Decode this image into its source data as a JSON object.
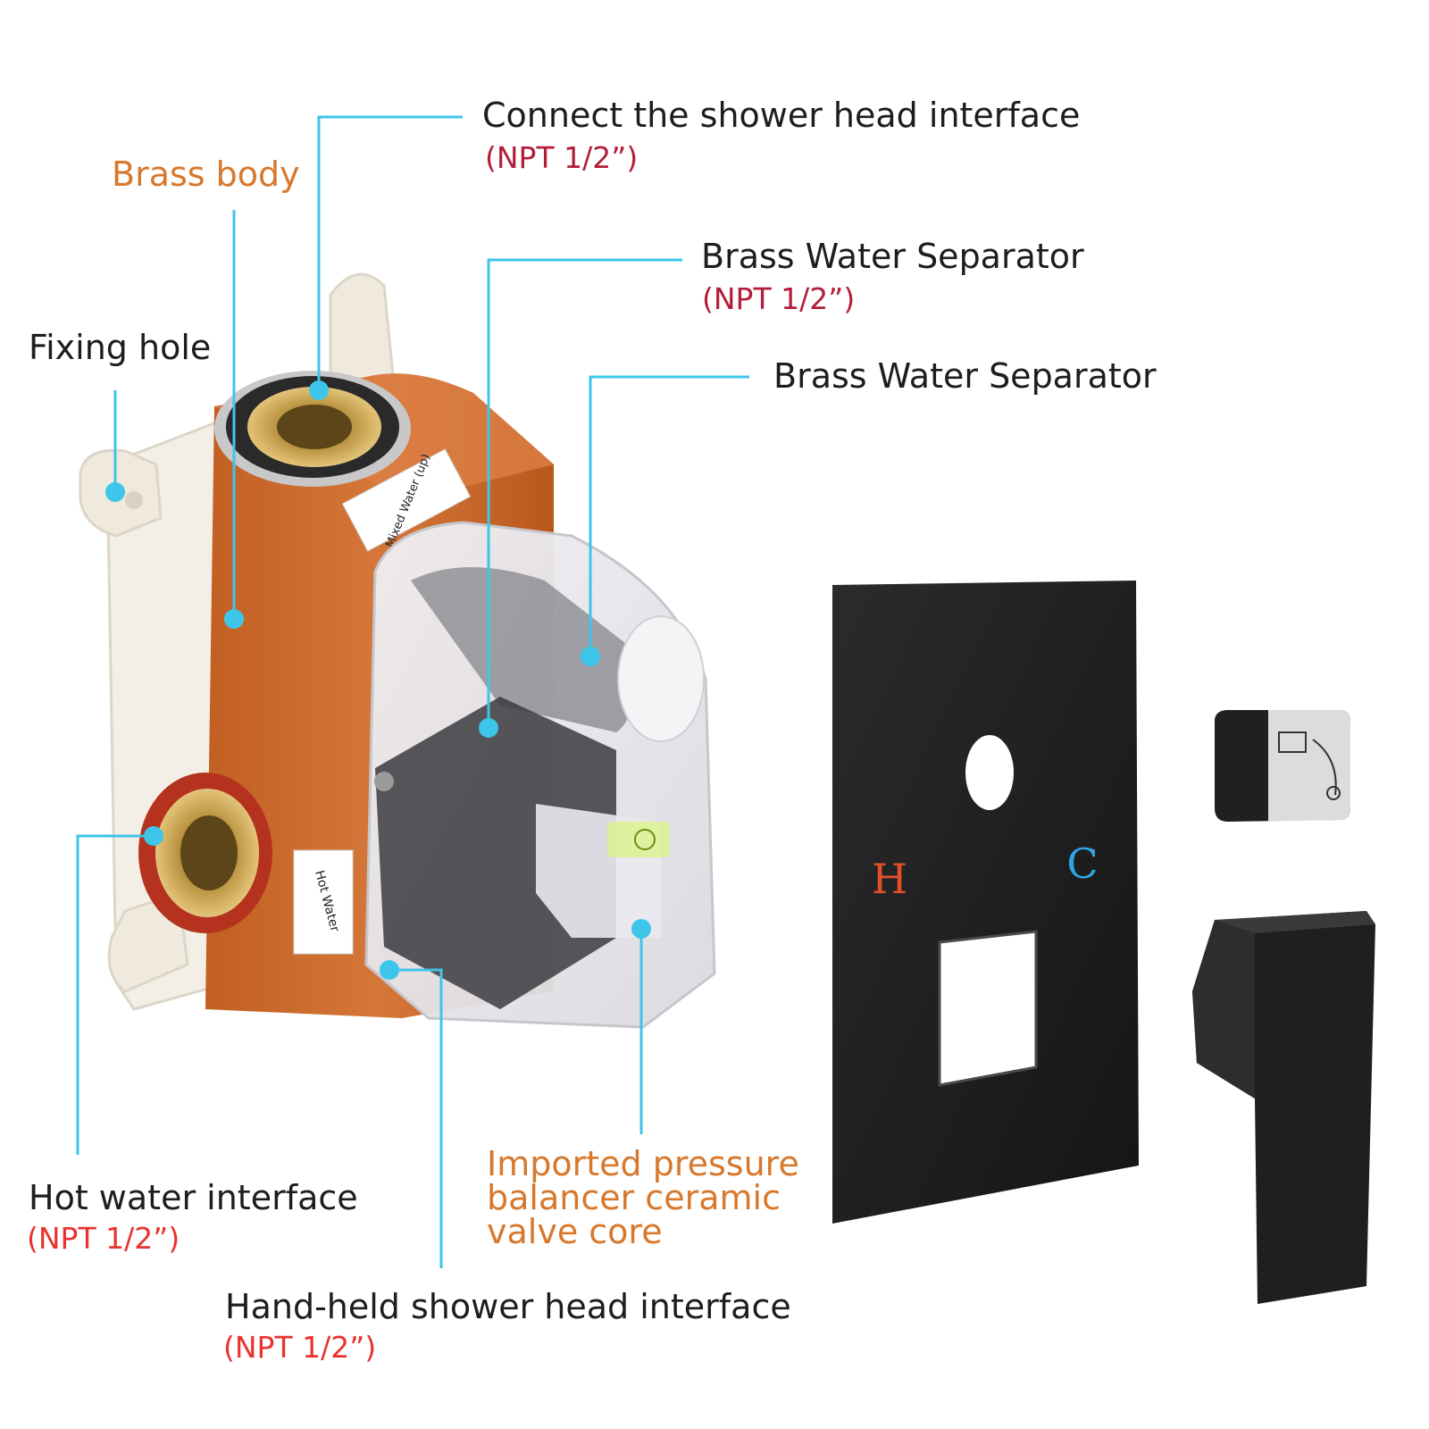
{
  "labels": {
    "shower_head": {
      "title": "Connect the shower head interface",
      "spec": "(NPT 1/2”)"
    },
    "brass_body": {
      "title": "Brass body"
    },
    "separator_1": {
      "title": "Brass Water Separator",
      "spec": "(NPT 1/2”)"
    },
    "separator_2": {
      "title": "Brass Water Separator"
    },
    "fixing_hole": {
      "title": "Fixing hole"
    },
    "hot_water": {
      "title": "Hot water interface",
      "spec": "(NPT 1/2”)"
    },
    "valve_core": {
      "line1": "Imported pressure",
      "line2": "balancer ceramic",
      "line3": "valve core"
    },
    "handheld": {
      "title": "Hand-held shower head interface",
      "spec": "(NPT 1/2”)"
    }
  },
  "product_stickers": {
    "top": "Mixed Water (up)",
    "side": "Hot Water"
  },
  "plate_marks": {
    "hot": "H",
    "cold": "C"
  },
  "colors": {
    "leader": "#3ec6ea",
    "title_text": "#1d1d1d",
    "spec_text": "#b21e3a",
    "spec_text_red": "#e8332f",
    "accent_orange": "#d7782c",
    "valve_body": "#c96a2a",
    "trim_black": "#1e1e20"
  }
}
